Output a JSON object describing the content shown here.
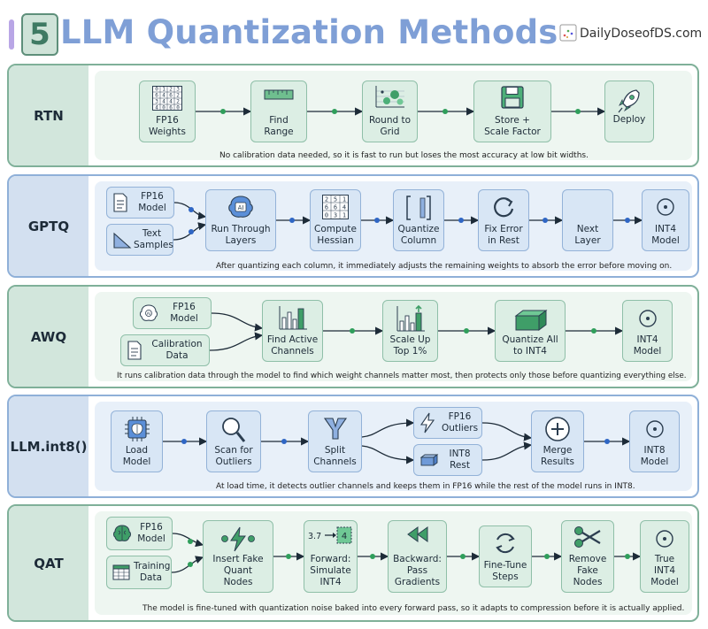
{
  "header": {
    "number": "5",
    "title": "LLM Quantization Methods",
    "brand": "DailyDoseofDS.com"
  },
  "colors": {
    "green_border": "#7fb099",
    "green_fill": "#dceee4",
    "blue_border": "#8fb0d8",
    "blue_fill": "#d8e6f5",
    "title": "#7f9fd6"
  },
  "sections": {
    "rtn": {
      "label": "RTN",
      "description": "No calibration data needed, so it is fast to run but loses the most accuracy at low bit widths.",
      "nodes": {
        "fp16": "FP16\nWeights",
        "range": "Find\nRange",
        "round": "Round to\nGrid",
        "store": "Store +\nScale Factor",
        "deploy": "Deploy"
      },
      "matrix": [
        "0",
        "1",
        "2",
        "3",
        "6",
        "4",
        "6",
        "2",
        "3",
        "4",
        "4",
        "2",
        "4",
        "0",
        "6",
        "0"
      ]
    },
    "gptq": {
      "label": "GPTQ",
      "description": "After quantizing each column, it immediately adjusts the remaining weights to absorb the error before moving on.",
      "nodes": {
        "fp16": "FP16\nModel",
        "text": "Text\nSamples",
        "layers": "Run Through\nLayers",
        "hessian": "Compute\nHessian",
        "column": "Quantize\nColumn",
        "fix": "Fix Error\nin Rest",
        "next": "Next\nLayer",
        "int4": "INT4\nModel"
      },
      "ai": "AI",
      "matrix": [
        "2",
        "5",
        "1",
        "6",
        "6",
        "4",
        "0",
        "3",
        "1"
      ]
    },
    "awq": {
      "label": "AWQ",
      "description": "It runs calibration data through the model to find which weight channels matter most, then protects only those before quantizing everything else.",
      "nodes": {
        "fp16": "FP16\nModel",
        "calib": "Calibration\nData",
        "active": "Find Active\nChannels",
        "scale": "Scale Up\nTop 1%",
        "quant": "Quantize All\nto INT4",
        "int4": "INT4\nModel"
      },
      "ai": "AI"
    },
    "int8": {
      "label": "LLM.int8()",
      "description": "At load time, it detects outlier channels and keeps them in FP16 while the rest of the model runs in INT8.",
      "nodes": {
        "load": "Load\nModel",
        "scan": "Scan for\nOutliers",
        "split": "Split\nChannels",
        "outliers": "FP16\nOutliers",
        "rest": "INT8\nRest",
        "merge": "Merge\nResults",
        "int8m": "INT8\nModel"
      }
    },
    "qat": {
      "label": "QAT",
      "description": "The model is fine-tuned with quantization noise baked into every forward pass, so it adapts to compression before it is actually applied.",
      "nodes": {
        "fp16": "FP16\nModel",
        "train": "Training\nData",
        "fake": "Insert Fake\nQuant\nNodes",
        "fwd": "Forward:\nSimulate\nINT4",
        "bwd": "Backward:\nPass\nGradients",
        "tune": "Fine-Tune\nSteps",
        "remove": "Remove\nFake\nNodes",
        "true": "True\nINT4\nModel"
      },
      "fwd_from": "3.7",
      "fwd_to": "4"
    }
  }
}
